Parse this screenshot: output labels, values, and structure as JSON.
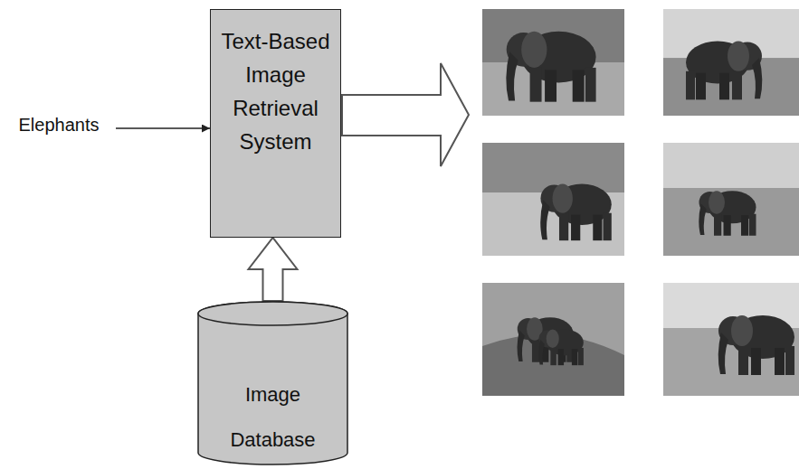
{
  "diagram": {
    "nodes": [
      {
        "text": [
          "Elephants"
        ]
      },
      {
        "text": [
          "Text-Based Image Retrieval System"
        ]
      },
      {
        "text": [
          "Image Database"
        ]
      }
    ],
    "edges": [
      {
        "from": 0,
        "to": 1,
        "arrow": "to"
      },
      {
        "from": 2,
        "to": 1,
        "arrow": "to"
      }
    ]
  }
}
